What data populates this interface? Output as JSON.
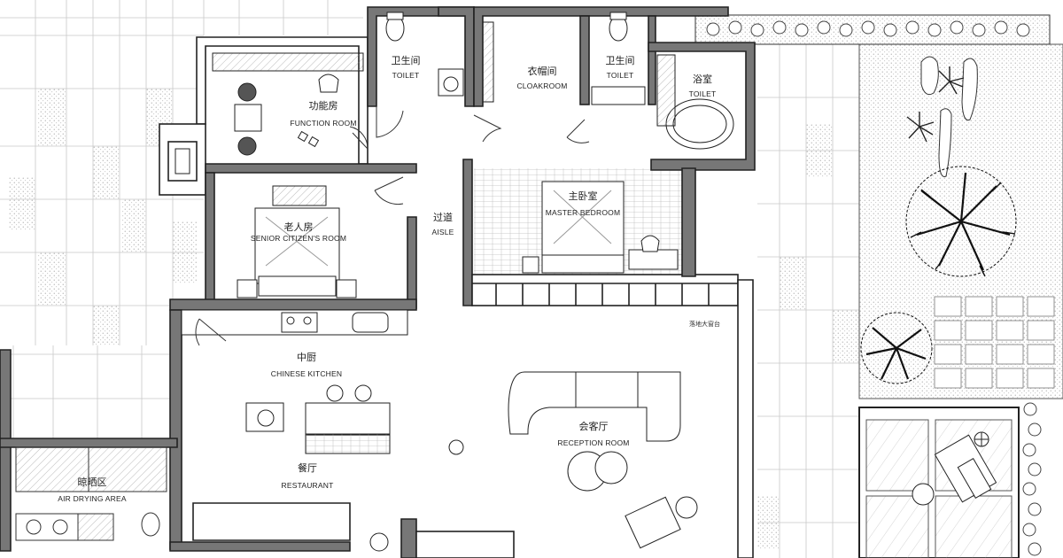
{
  "rooms": {
    "function_room": {
      "cn": "功能房",
      "en": "FUNCTION ROOM"
    },
    "toilet_1": {
      "cn": "卫生间",
      "en": "TOILET"
    },
    "cloakroom": {
      "cn": "衣帽间",
      "en": "CLOAKROOM"
    },
    "toilet_2": {
      "cn": "卫生间",
      "en": "TOILET"
    },
    "toilet_3": {
      "cn": "浴室",
      "en": "TOILET"
    },
    "senior_room": {
      "cn": "老人房",
      "en": "SENIOR CITIZEN'S ROOM"
    },
    "aisle": {
      "cn": "过道",
      "en": "AISLE"
    },
    "master_bedroom": {
      "cn": "主卧室",
      "en": "MASTER BEDROOM"
    },
    "kitchen": {
      "cn": "中厨",
      "en": "CHINESE KITCHEN"
    },
    "reception": {
      "cn": "会客厅",
      "en": "RECEPTION ROOM"
    },
    "restaurant": {
      "cn": "餐厅",
      "en": "RESTAURANT"
    },
    "air_drying": {
      "cn": "晾晒区",
      "en": "AIR DRYING AREA"
    }
  },
  "notes": {
    "window": "落地大窗台"
  },
  "colors": {
    "wall": "#2a2a2a",
    "line": "#333333",
    "paving": "#f2f2f2",
    "gravel": "#d9d9d9"
  }
}
